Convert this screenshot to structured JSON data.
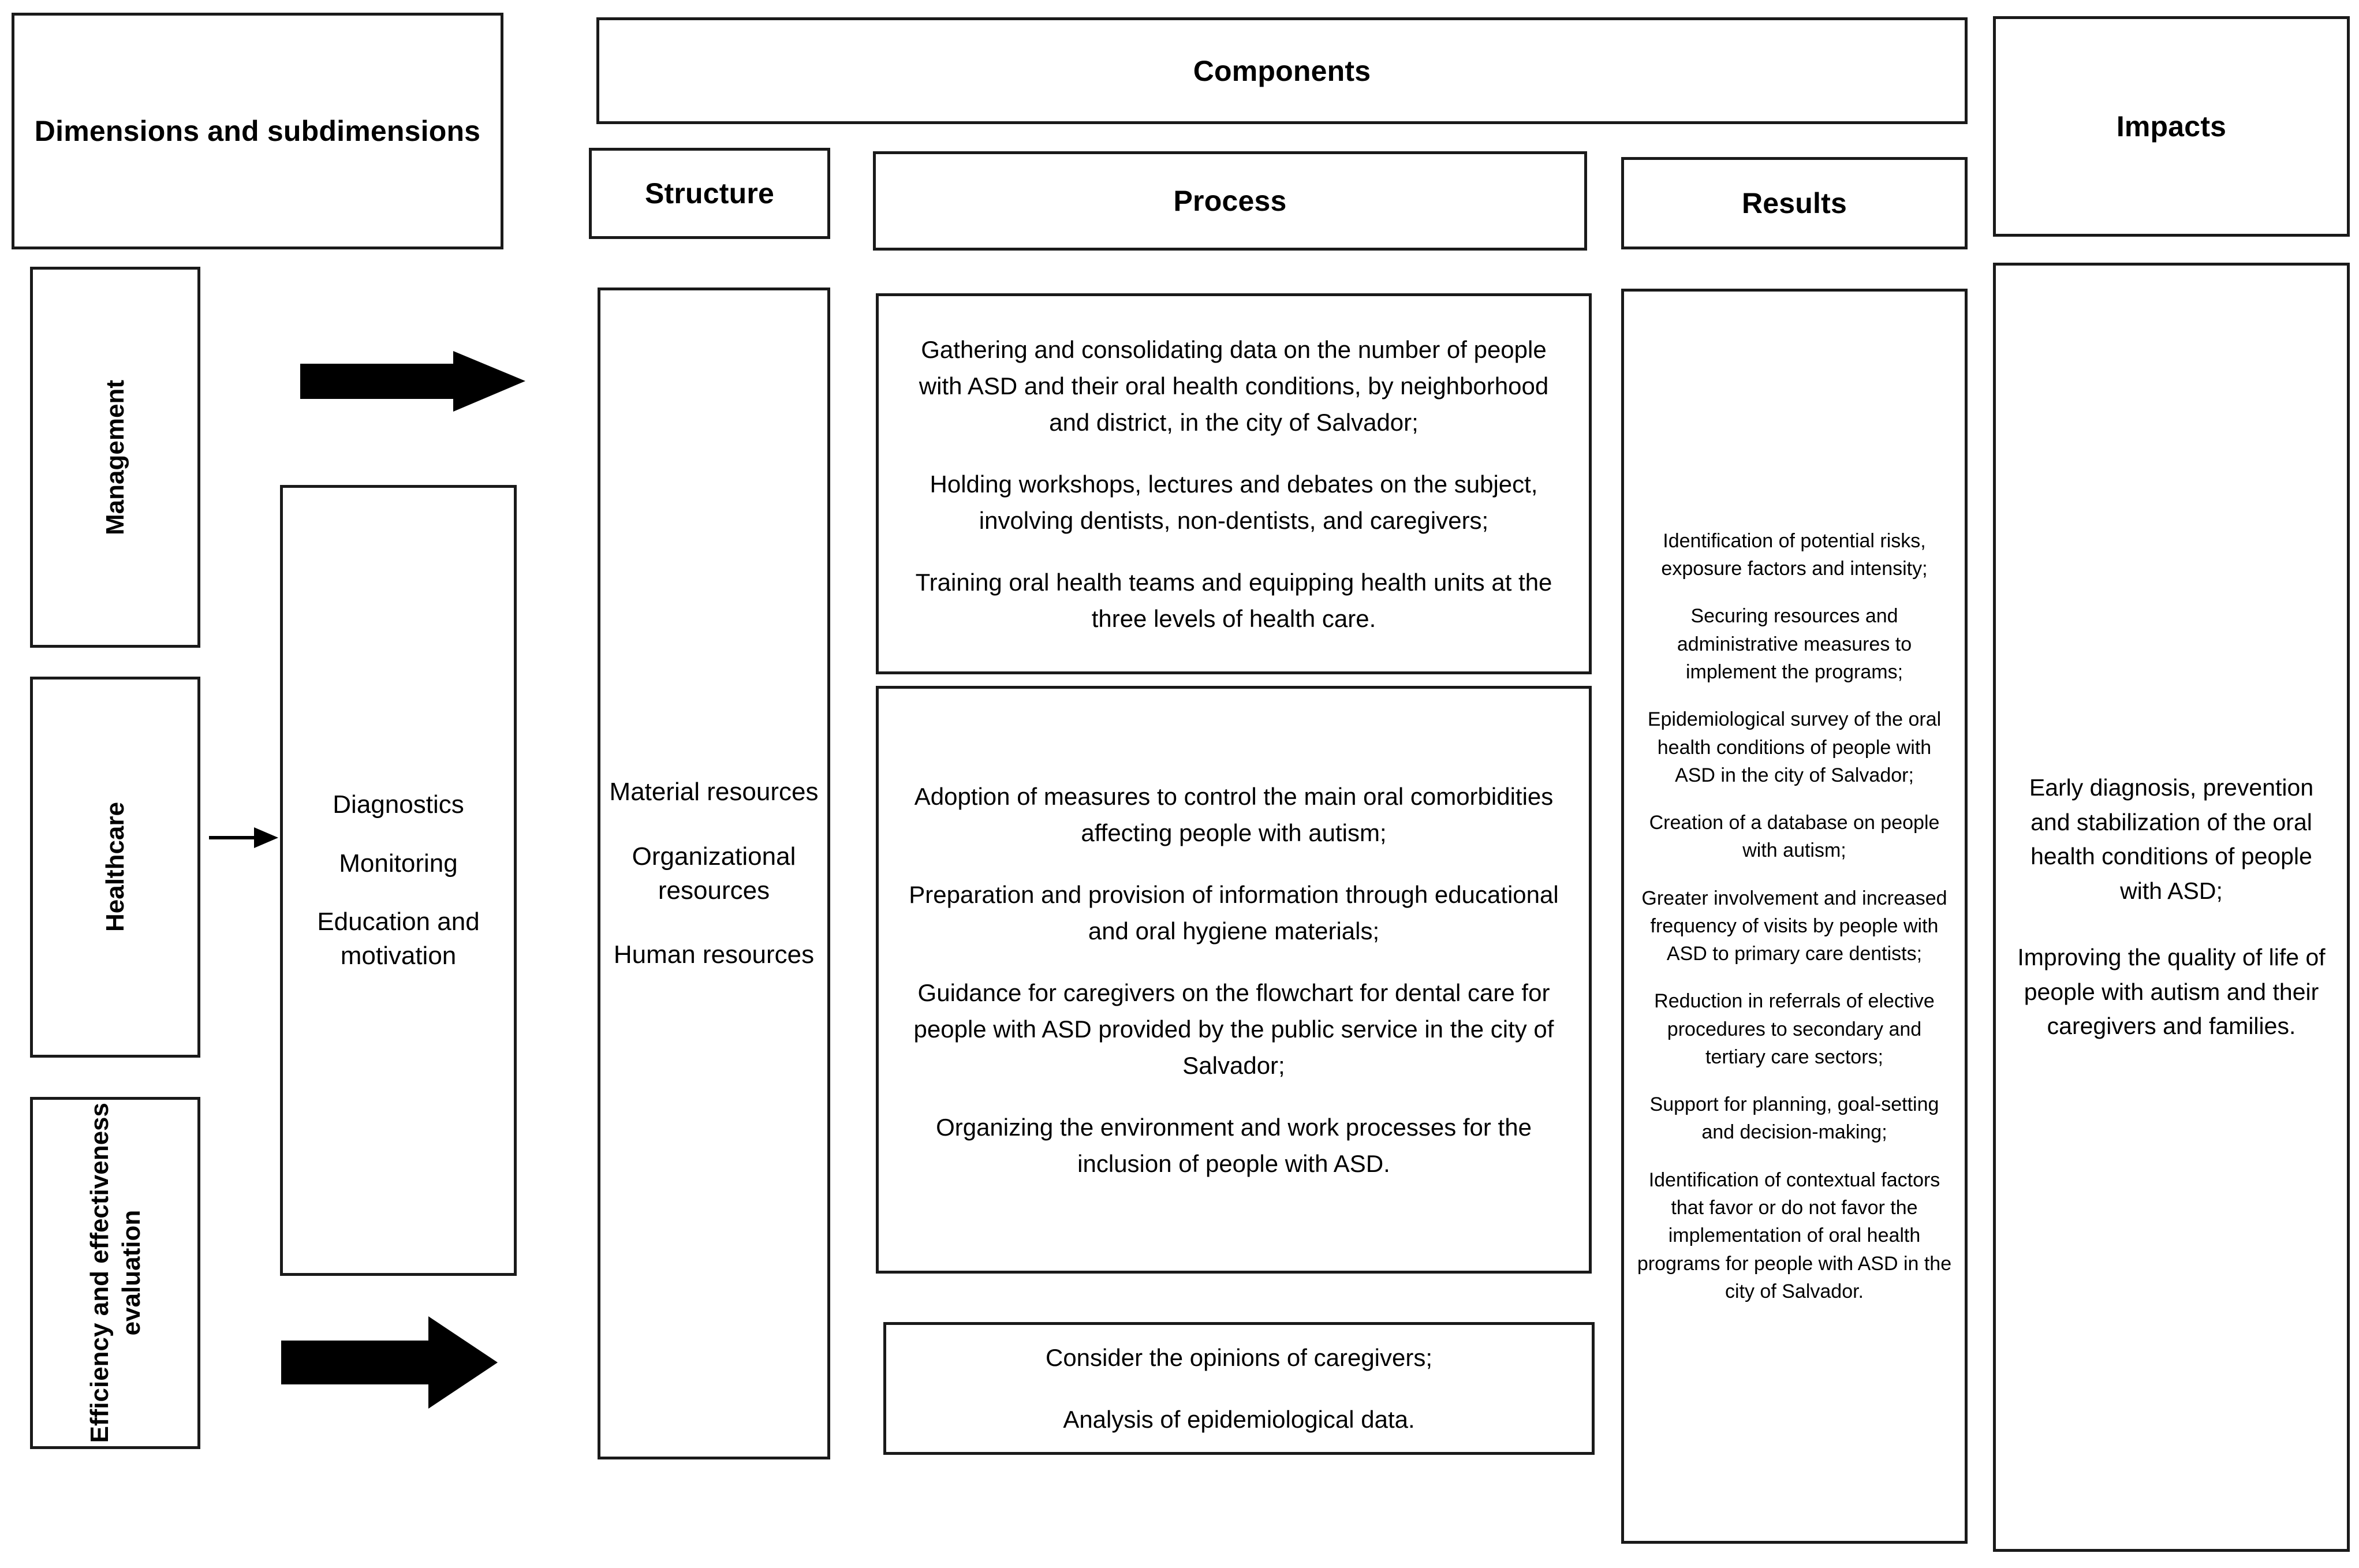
{
  "figure": {
    "type": "conceptual-framework-diagram",
    "title_column": "Dimensions and subdimensions",
    "columns_header": {
      "components": "Components",
      "impacts": "Impacts"
    },
    "subheaders": {
      "structure": "Structure",
      "process": "Process",
      "results": "Results"
    }
  },
  "dimensions": {
    "header_label": "Dimensions and subdimensions",
    "items": [
      {
        "label": "Management"
      },
      {
        "label": "Healthcare"
      },
      {
        "label": "Efficiency and effectiveness\nevaluation"
      }
    ],
    "subdimensions": [
      "Diagnostics",
      "Monitoring",
      "Education and motivation"
    ]
  },
  "structure": {
    "header_label": "Structure",
    "items": [
      "Material resources",
      "Organizational resources",
      "Human resources"
    ]
  },
  "process": {
    "header_label": "Process",
    "blocks": [
      {
        "id": "process-block-1",
        "items": [
          "Gathering and consolidating data on the number of people with ASD and their oral health conditions, by neighborhood and district, in the city of Salvador;",
          "Holding workshops, lectures and debates on the subject, involving dentists, non-dentists, and caregivers;",
          "Training oral health teams and equipping health units at the three levels of health care."
        ]
      },
      {
        "id": "process-block-2",
        "items": [
          "Adoption of measures to control the main oral comorbidities affecting people with autism;",
          "Preparation and provision of information through educational and oral hygiene materials;",
          "Guidance for caregivers on the flowchart for dental care for people with ASD provided by the public service in the city of Salvador;",
          "Organizing the environment and work processes for the inclusion of people with ASD."
        ]
      },
      {
        "id": "process-block-3",
        "items": [
          "Consider the opinions of caregivers;",
          "Analysis of epidemiological data."
        ]
      }
    ]
  },
  "results": {
    "header_label": "Results",
    "items": [
      "Identification of potential risks, exposure factors and intensity;",
      "Securing resources and administrative measures to implement the programs;",
      "Epidemiological survey of the oral health conditions of people with ASD in the city of Salvador;",
      "Creation of a database on people with autism;",
      "Greater involvement and increased frequency of visits by people with ASD to primary care dentists;",
      "Reduction in referrals of elective procedures to secondary and tertiary care sectors;",
      "Support for planning, goal-setting and decision-making;",
      "Identification of contextual factors that favor or do not favor the implementation of oral health programs for people with ASD in the city of Salvador."
    ]
  },
  "impacts": {
    "header_label": "Impacts",
    "items": [
      "Early diagnosis, prevention and stabilization of the oral health conditions of people with ASD;",
      "Improving the quality of life of people with autism and their caregivers and families."
    ]
  },
  "connectors": [
    {
      "name": "arrow-management-to-components",
      "style": "block-arrow",
      "direction": "right"
    },
    {
      "name": "arrow-healthcare-to-subdimensions",
      "style": "thin-arrow",
      "direction": "right"
    },
    {
      "name": "arrow-evaluation-to-components",
      "style": "block-arrow",
      "direction": "right"
    }
  ],
  "colors": {
    "border": "#1a1a1a",
    "background": "#ffffff",
    "text": "#000000",
    "arrow": "#000000"
  }
}
